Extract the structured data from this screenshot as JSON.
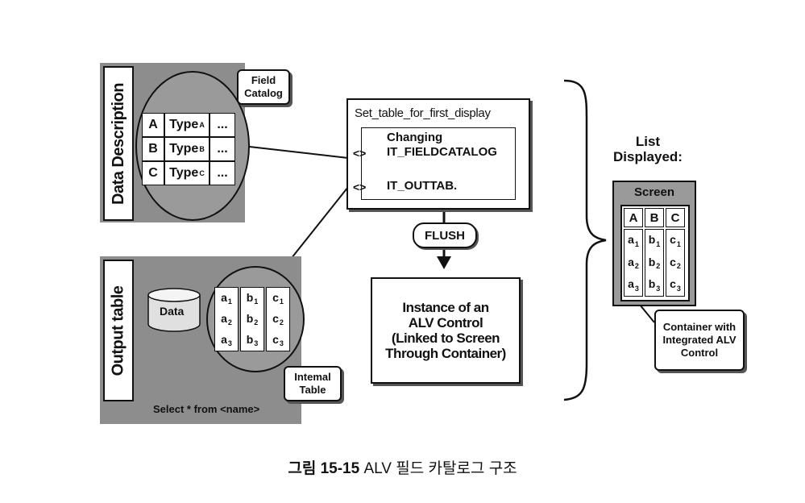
{
  "data_description": {
    "label": "Data Description",
    "field_catalog_tag": [
      "Field",
      "Catalog"
    ],
    "rows": [
      {
        "key": "A",
        "type": "Type",
        "sub": "A",
        "more": "..."
      },
      {
        "key": "B",
        "type": "Type",
        "sub": "B",
        "more": "..."
      },
      {
        "key": "C",
        "type": "Type",
        "sub": "C",
        "more": "..."
      }
    ]
  },
  "output_table": {
    "label": "Output table",
    "data_label": "Data",
    "select_text": "Select * from <name>",
    "internal_table_tag": [
      "Intemal",
      "Table"
    ],
    "rows": [
      [
        "a",
        "1",
        "b",
        "1",
        "c",
        "1"
      ],
      [
        "a",
        "2",
        "b",
        "2",
        "c",
        "2"
      ],
      [
        "a",
        "3",
        "b",
        "3",
        "c",
        "3"
      ]
    ]
  },
  "method_box": {
    "title": "Set_table_for_first_display",
    "changing": "Changing",
    "fieldcatalog": "IT_FIELDCATALOG",
    "outtab": "IT_OUTTAB.",
    "arrow_symbol": "<>"
  },
  "flush": "FLUSH",
  "instance_box": [
    "Instance of an",
    "ALV Control",
    "(Linked to Screen",
    "Through Container)"
  ],
  "list_displayed": [
    "List",
    "Displayed:"
  ],
  "screen": {
    "title": "Screen",
    "headers": [
      "A",
      "B",
      "C"
    ],
    "rows": [
      [
        "a",
        "1",
        "b",
        "1",
        "c",
        "1"
      ],
      [
        "a",
        "2",
        "b",
        "2",
        "c",
        "2"
      ],
      [
        "a",
        "3",
        "b",
        "3",
        "c",
        "3"
      ]
    ]
  },
  "container_tag": [
    "Container with",
    "Integrated ALV",
    "Control"
  ],
  "caption": {
    "figure": "그림 15-15",
    "text": "ALV 필드 카탈로그 구조"
  }
}
